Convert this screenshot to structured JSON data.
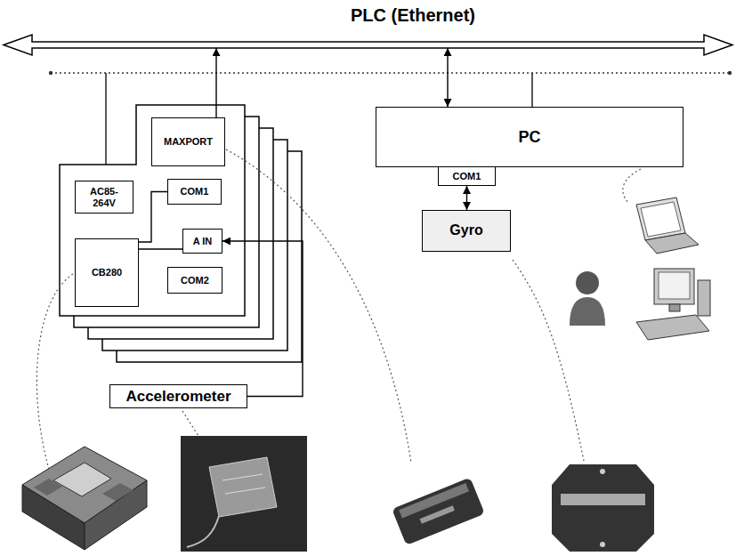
{
  "diagram": {
    "nodes": [
      {
        "text": [
          "PLC (Ethernet)"
        ]
      },
      {
        "text": [
          "MAXPORT"
        ]
      },
      {
        "text": [
          "AC85- 264V"
        ]
      },
      {
        "text": [
          "COM1"
        ]
      },
      {
        "text": [
          "PC"
        ]
      },
      {
        "text": [
          "COM1"
        ]
      },
      {
        "text": [
          "CB280"
        ]
      },
      {
        "text": [
          "A IN"
        ]
      },
      {
        "text": [
          "Gyro"
        ]
      },
      {
        "text": [
          "COM2"
        ]
      },
      {
        "text": [
          "Accelerometer"
        ]
      }
    ],
    "edges": [
      {
        "from": 1,
        "to": 0,
        "arrow": "to"
      },
      {
        "from": 4,
        "to": 0,
        "arrow": "both"
      },
      {
        "from": 5,
        "to": 8,
        "arrow": "both"
      },
      {
        "from": 6,
        "to": 3,
        "arrow": "none"
      },
      {
        "from": 6,
        "to": 7,
        "arrow": "none"
      },
      {
        "from": 10,
        "to": 7,
        "arrow": "to"
      }
    ]
  }
}
